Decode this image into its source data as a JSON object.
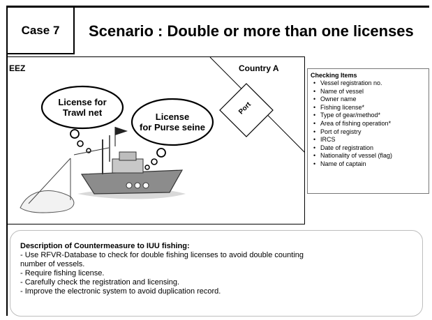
{
  "header": {
    "case_label": "Case 7",
    "title": "Scenario : Double or more than one licenses"
  },
  "scene": {
    "eez_label": "EEZ",
    "country_label": "Country A",
    "port_label": "Port",
    "bubble_trawl": [
      "License for",
      "Trawl net"
    ],
    "bubble_purse": [
      "License",
      "for Purse seine"
    ]
  },
  "checklist": {
    "title": "Checking Items",
    "items": [
      "Vessel registration no.",
      "Name of vessel",
      "Owner name",
      "Fishing license*",
      "Type of gear/method*",
      "Area of fishing operation*",
      "Port of registry",
      "IRCS",
      "Date of registration",
      "Nationality of vessel (flag)",
      "Name of captain"
    ]
  },
  "description": {
    "title": "Description of Countermeasure to IUU fishing:",
    "lines": [
      "- Use RFVR-Database to check for double fishing licenses to avoid double counting",
      "number of vessels.",
      "- Require fishing license.",
      "- Carefully check the registration and licensing.",
      "- Improve the electronic system to avoid duplication record."
    ]
  }
}
